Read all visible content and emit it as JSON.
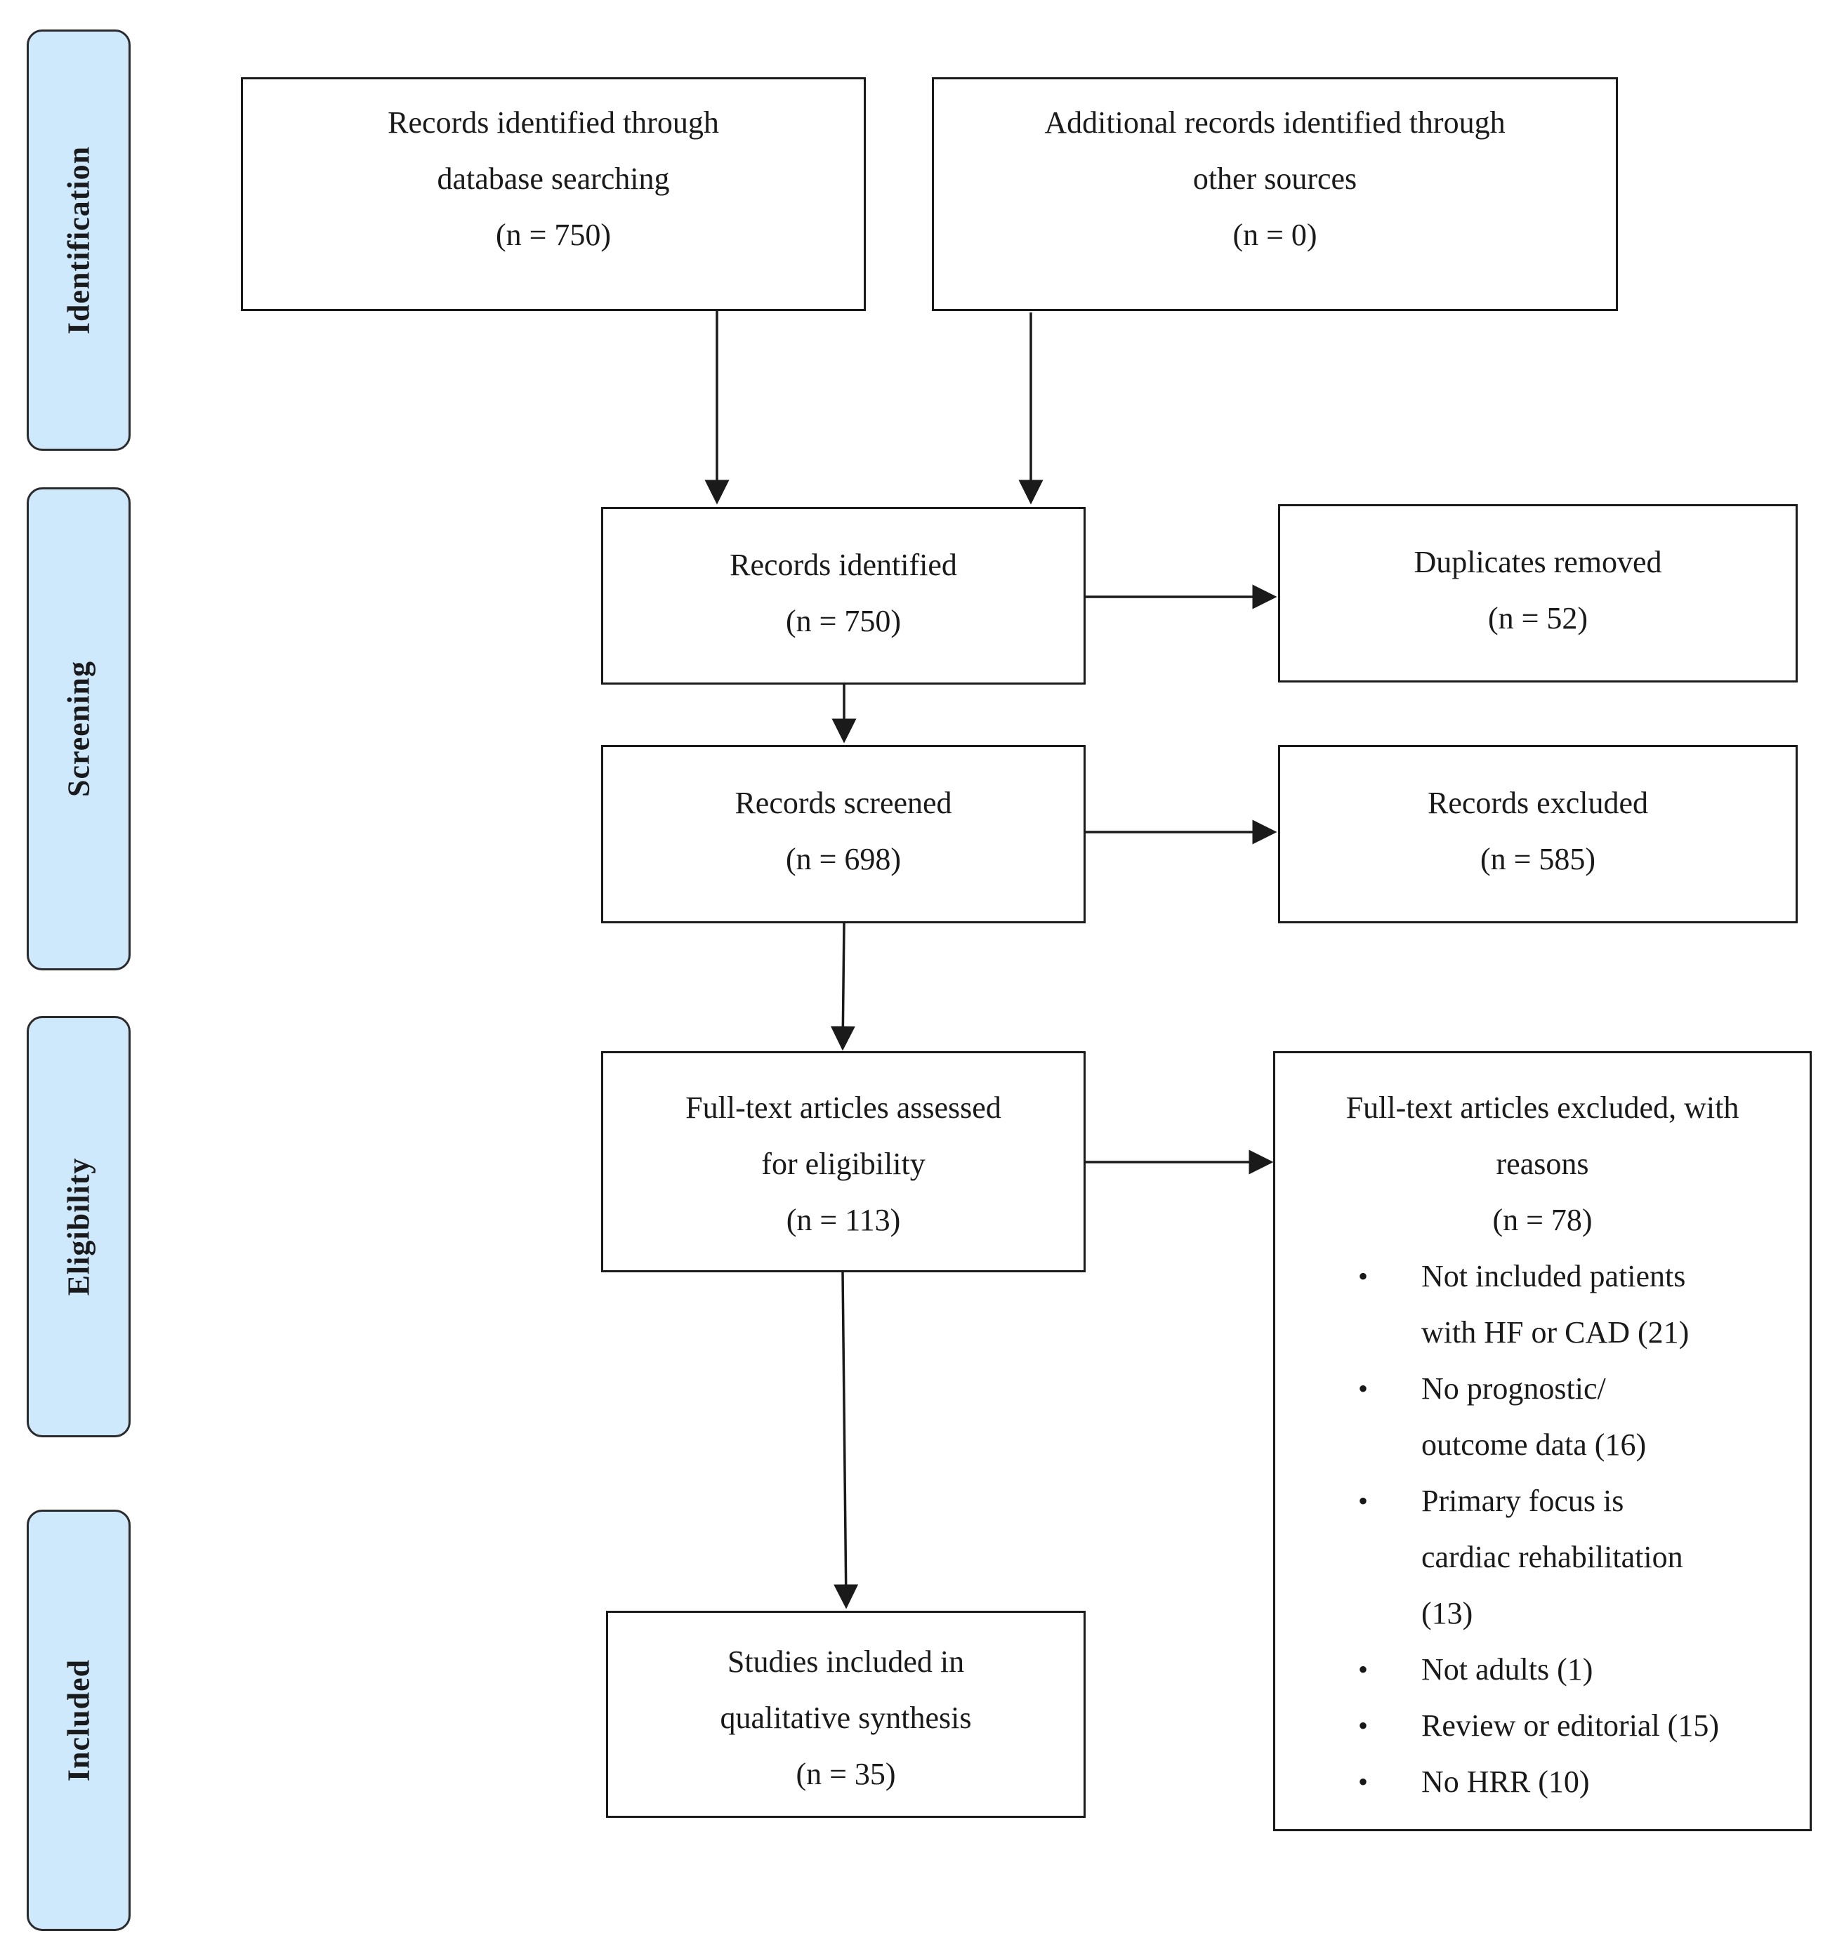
{
  "stages": [
    {
      "id": "identification",
      "label": "Identification"
    },
    {
      "id": "screening",
      "label": "Screening"
    },
    {
      "id": "eligibility",
      "label": "Eligibility"
    },
    {
      "id": "included",
      "label": "Included"
    }
  ],
  "boxes": {
    "database_search": {
      "lines": [
        "Records identified through",
        "database searching",
        "(n = 750)"
      ]
    },
    "other_sources": {
      "lines": [
        "Additional records identified through",
        "other sources",
        "(n = 0)"
      ]
    },
    "records_identified": {
      "lines": [
        "Records identified",
        "(n = 750)"
      ]
    },
    "duplicates_removed": {
      "lines": [
        "Duplicates removed",
        "(n = 52)"
      ]
    },
    "records_screened": {
      "lines": [
        "Records screened",
        "(n = 698)"
      ]
    },
    "records_excluded": {
      "lines": [
        "Records excluded",
        "(n = 585)"
      ]
    },
    "full_text_assessed": {
      "lines": [
        "Full-text articles assessed",
        "for eligibility",
        "(n = 113)"
      ]
    },
    "full_text_excluded": {
      "lines": [
        "Full-text articles excluded, with",
        "reasons",
        "(n = 78)"
      ],
      "reasons": [
        {
          "lines": [
            "Not included patients",
            "with HF or CAD (21)"
          ]
        },
        {
          "lines": [
            "No prognostic/",
            "outcome data (16)"
          ]
        },
        {
          "lines": [
            "Primary focus is",
            "cardiac rehabilitation",
            "(13)"
          ]
        },
        {
          "lines": [
            "Not adults (1)"
          ]
        },
        {
          "lines": [
            "Review or editorial (15)"
          ]
        },
        {
          "lines": [
            "No HRR (10)"
          ]
        }
      ]
    },
    "studies_included": {
      "lines": [
        "Studies included in",
        "qualitative synthesis",
        "(n = 35)"
      ]
    }
  },
  "icons": {
    "bullet": "•"
  }
}
